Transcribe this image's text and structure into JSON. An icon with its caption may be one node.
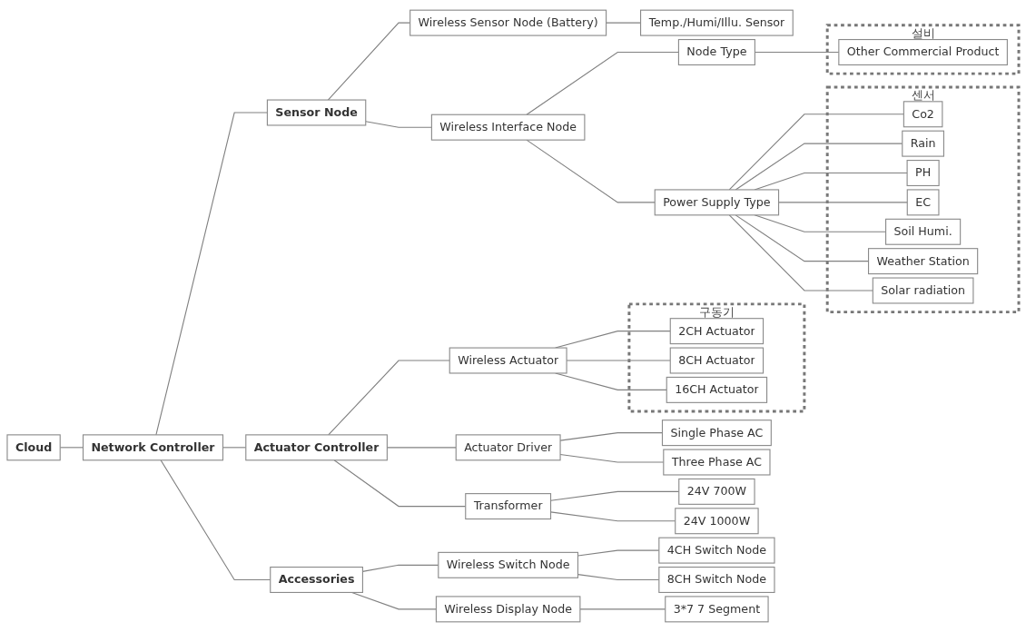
{
  "diagram": {
    "nodes": [
      {
        "text": [
          "Cloud"
        ]
      },
      {
        "text": [
          "Network Controller"
        ]
      },
      {
        "text": [
          "Sensor Node"
        ]
      },
      {
        "text": [
          "Actuator Controller"
        ]
      },
      {
        "text": [
          "Accessories"
        ]
      },
      {
        "text": [
          "Wireless Sensor Node (Battery)"
        ]
      },
      {
        "text": [
          "Wireless Interface Node"
        ]
      },
      {
        "text": [
          "Wireless Actuator"
        ]
      },
      {
        "text": [
          "Actuator Driver"
        ]
      },
      {
        "text": [
          "Transformer"
        ]
      },
      {
        "text": [
          "Wireless Switch Node"
        ]
      },
      {
        "text": [
          "Wireless Display Node"
        ]
      },
      {
        "text": [
          "Temp./Humi/Illu. Sensor"
        ]
      },
      {
        "text": [
          "Node Type"
        ]
      },
      {
        "text": [
          "Power Supply Type"
        ]
      },
      {
        "text": [
          "설비"
        ]
      },
      {
        "text": [
          "Other Commercial Product"
        ],
        "in": 15
      },
      {
        "text": [
          "센서"
        ]
      },
      {
        "text": [
          "Co2"
        ],
        "in": 17
      },
      {
        "text": [
          "Rain"
        ],
        "in": 17
      },
      {
        "text": [
          "PH"
        ],
        "in": 17
      },
      {
        "text": [
          "EC"
        ],
        "in": 17
      },
      {
        "text": [
          "Soil Humi."
        ],
        "in": 17
      },
      {
        "text": [
          "Weather Station"
        ],
        "in": 17
      },
      {
        "text": [
          "Solar radiation"
        ],
        "in": 17
      },
      {
        "text": [
          "구동기"
        ]
      },
      {
        "text": [
          "2CH Actuator"
        ],
        "in": 25
      },
      {
        "text": [
          "8CH Actuator"
        ],
        "in": 25
      },
      {
        "text": [
          "16CH Actuator"
        ],
        "in": 25
      },
      {
        "text": [
          "Single Phase AC"
        ]
      },
      {
        "text": [
          "Three Phase AC"
        ]
      },
      {
        "text": [
          "24V 700W"
        ]
      },
      {
        "text": [
          "24V 1000W"
        ]
      },
      {
        "text": [
          "4CH Switch Node"
        ]
      },
      {
        "text": [
          "8CH Switch Node"
        ]
      },
      {
        "text": [
          "3*7 7 Segment"
        ]
      }
    ],
    "edges": [
      {
        "from": 0,
        "to": 1,
        "arrow": "none"
      },
      {
        "from": 1,
        "to": 2,
        "arrow": "none"
      },
      {
        "from": 1,
        "to": 3,
        "arrow": "none"
      },
      {
        "from": 1,
        "to": 4,
        "arrow": "none"
      },
      {
        "from": 2,
        "to": 5,
        "arrow": "none"
      },
      {
        "from": 2,
        "to": 6,
        "arrow": "none"
      },
      {
        "from": 3,
        "to": 7,
        "arrow": "none"
      },
      {
        "from": 3,
        "to": 8,
        "arrow": "none"
      },
      {
        "from": 3,
        "to": 9,
        "arrow": "none"
      },
      {
        "from": 4,
        "to": 10,
        "arrow": "none"
      },
      {
        "from": 4,
        "to": 11,
        "arrow": "none"
      },
      {
        "from": 5,
        "to": 12,
        "arrow": "none"
      },
      {
        "from": 6,
        "to": 13,
        "arrow": "none"
      },
      {
        "from": 6,
        "to": 14,
        "arrow": "none"
      },
      {
        "from": 13,
        "to": 16,
        "arrow": "none"
      },
      {
        "from": 14,
        "to": 18,
        "arrow": "none"
      },
      {
        "from": 14,
        "to": 19,
        "arrow": "none"
      },
      {
        "from": 14,
        "to": 20,
        "arrow": "none"
      },
      {
        "from": 14,
        "to": 21,
        "arrow": "none"
      },
      {
        "from": 14,
        "to": 22,
        "arrow": "none"
      },
      {
        "from": 14,
        "to": 23,
        "arrow": "none"
      },
      {
        "from": 14,
        "to": 24,
        "arrow": "none"
      },
      {
        "from": 7,
        "to": 26,
        "arrow": "none"
      },
      {
        "from": 7,
        "to": 27,
        "arrow": "none"
      },
      {
        "from": 7,
        "to": 28,
        "arrow": "none"
      },
      {
        "from": 8,
        "to": 29,
        "arrow": "none"
      },
      {
        "from": 8,
        "to": 30,
        "arrow": "none"
      },
      {
        "from": 9,
        "to": 31,
        "arrow": "none"
      },
      {
        "from": 9,
        "to": 32,
        "arrow": "none"
      },
      {
        "from": 10,
        "to": 33,
        "arrow": "none"
      },
      {
        "from": 10,
        "to": 34,
        "arrow": "none"
      },
      {
        "from": 11,
        "to": 35,
        "arrow": "none"
      }
    ]
  }
}
